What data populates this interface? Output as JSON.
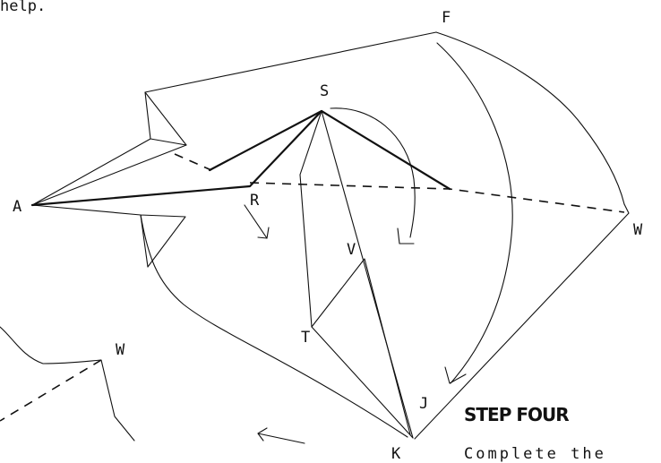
{
  "top_text": "help.",
  "points": {
    "F": "F",
    "S": "S",
    "A": "A",
    "R": "R",
    "W_right": "W",
    "V": "V",
    "T": "T",
    "J": "J",
    "K": "K",
    "W_left": "W"
  },
  "step_title": "STEP FOUR",
  "instruction": "Complete the"
}
